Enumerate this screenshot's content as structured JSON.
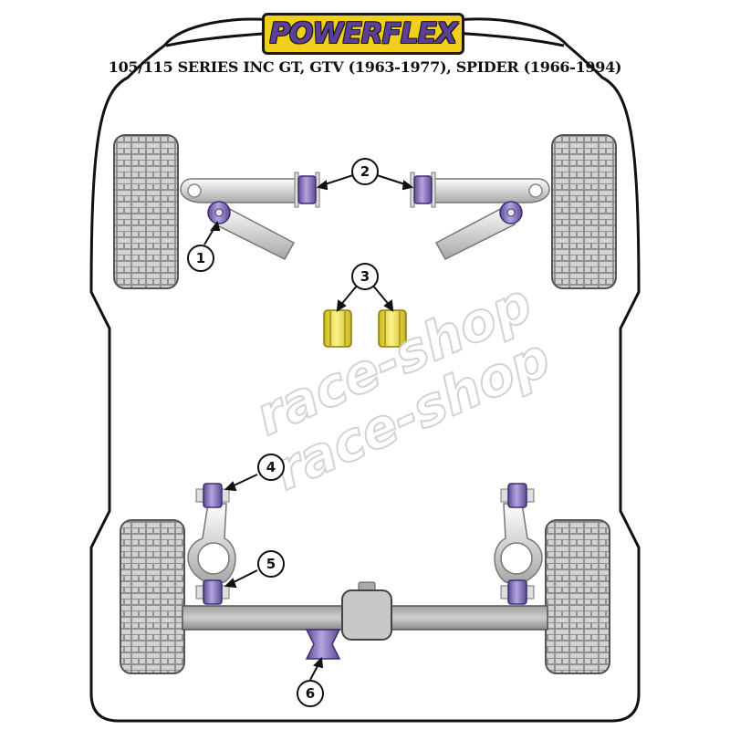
{
  "brand": {
    "logo_text": "POWERFLEX"
  },
  "title": "105/115 SERIES INC GT, GTV (1963-1977), SPIDER (1966-1994)",
  "watermark": [
    "race-shop",
    "race-shop"
  ],
  "callouts": [
    "1",
    "2",
    "3",
    "4",
    "5",
    "6"
  ],
  "colors": {
    "bush_purple": "#8e7cc3",
    "bush_yellow": "#f5e84a",
    "logo_yellow": "#f2cf1a",
    "logo_purple": "#5b3f99",
    "arm_grey": "#cccccc",
    "axle_grey": "#b3b3b3",
    "tyre_grey": "#a6a6a6"
  }
}
